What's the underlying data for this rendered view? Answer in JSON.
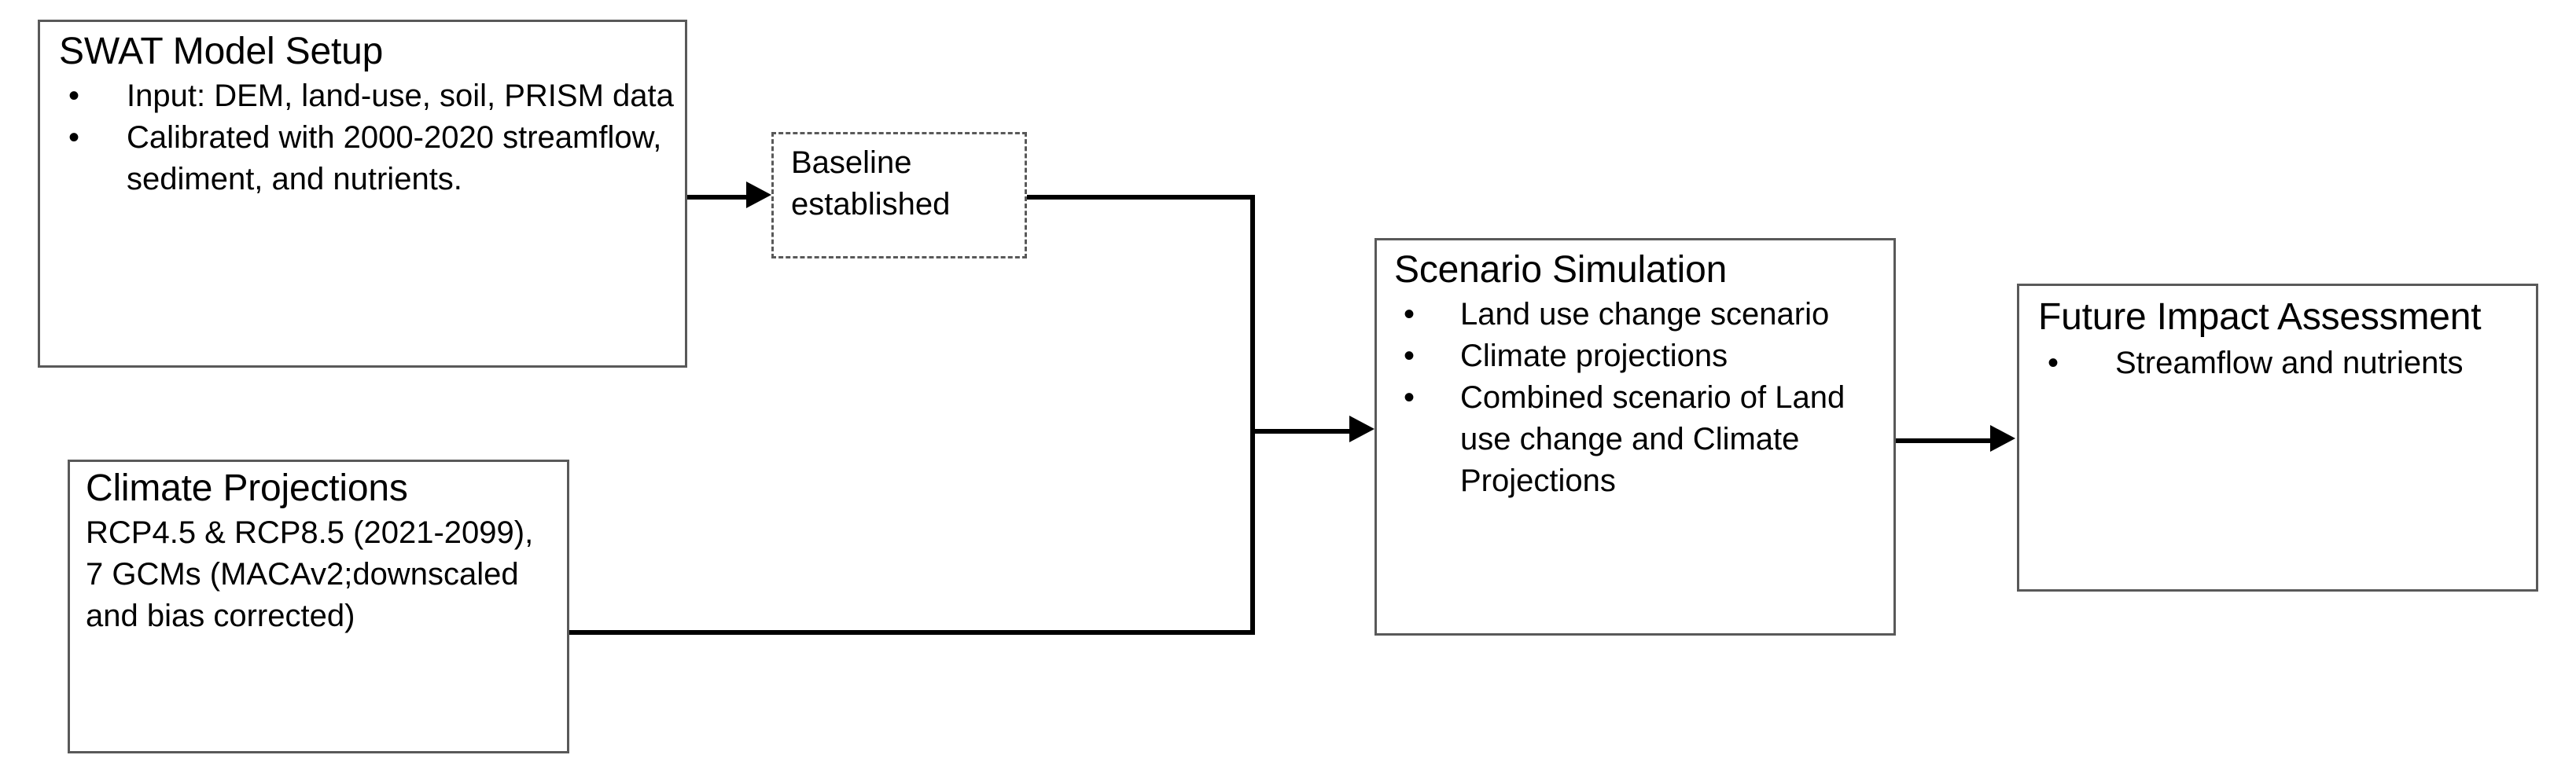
{
  "diagram": {
    "title": "SWAT modeling workflow flowchart",
    "background_color": "#ffffff",
    "line_color": "#000000",
    "box_border_color": "#595959"
  },
  "nodes": {
    "swat": {
      "title": "SWAT Model Setup",
      "bullets": [
        "Input: DEM, land-use, soil, PRISM data",
        "Calibrated with 2000-2020 streamflow, sediment, and nutrients."
      ],
      "bullet_glyph": "•",
      "style": "solid"
    },
    "baseline": {
      "text": "Baseline established",
      "style": "dashed"
    },
    "climate": {
      "title": "Climate Projections",
      "body": "RCP4.5 & RCP8.5 (2021-2099), 7 GCMs (MACAv2;downscaled and bias corrected)",
      "style": "solid"
    },
    "scenario": {
      "title": "Scenario Simulation",
      "bullets": [
        "Land use change scenario",
        "Climate projections",
        "Combined scenario of Land use change and Climate Projections"
      ],
      "bullet_glyph": "•",
      "style": "solid"
    },
    "future": {
      "title": "Future Impact Assessment",
      "bullets": [
        "Streamflow and nutrients"
      ],
      "bullet_glyph": "•",
      "style": "solid"
    }
  },
  "connectors": [
    {
      "name": "swat-to-baseline",
      "from": "swat",
      "to": "baseline",
      "arrow": true
    },
    {
      "name": "baseline-to-junction",
      "from": "baseline",
      "to": "junction",
      "arrow": false
    },
    {
      "name": "climate-to-junction",
      "from": "climate",
      "to": "junction",
      "arrow": false
    },
    {
      "name": "junction-to-scenario",
      "from": "junction",
      "to": "scenario",
      "arrow": true
    },
    {
      "name": "scenario-to-future",
      "from": "scenario",
      "to": "future",
      "arrow": true
    }
  ]
}
